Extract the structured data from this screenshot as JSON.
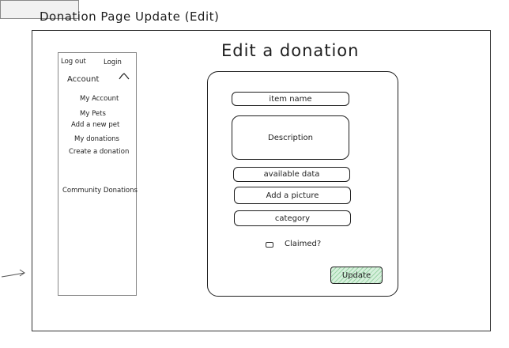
{
  "page": {
    "title": "Donation Page Update (Edit)"
  },
  "sidebar": {
    "logout_label": "Log out",
    "login_label": "Login",
    "account_label": "Account",
    "items": [
      "My Account",
      "My Pets",
      "Add a new pet",
      "My donations",
      "Create a donation"
    ],
    "community_label": "Community Donations"
  },
  "form": {
    "title": "Edit a donation",
    "fields": {
      "item_name": "item name",
      "description": "Description",
      "available_data": "available data",
      "add_picture": "Add a picture",
      "category": "category"
    },
    "claimed_label": "Claimed?",
    "update_label": "Update"
  },
  "colors": {
    "update_button": "#d6f0dc",
    "update_hatch": "#2f9e44",
    "account_row": "#f1f1f1"
  },
  "icons": {
    "account_toggle": "chevron-up-icon",
    "left_arrow": "arrow-right-icon"
  }
}
